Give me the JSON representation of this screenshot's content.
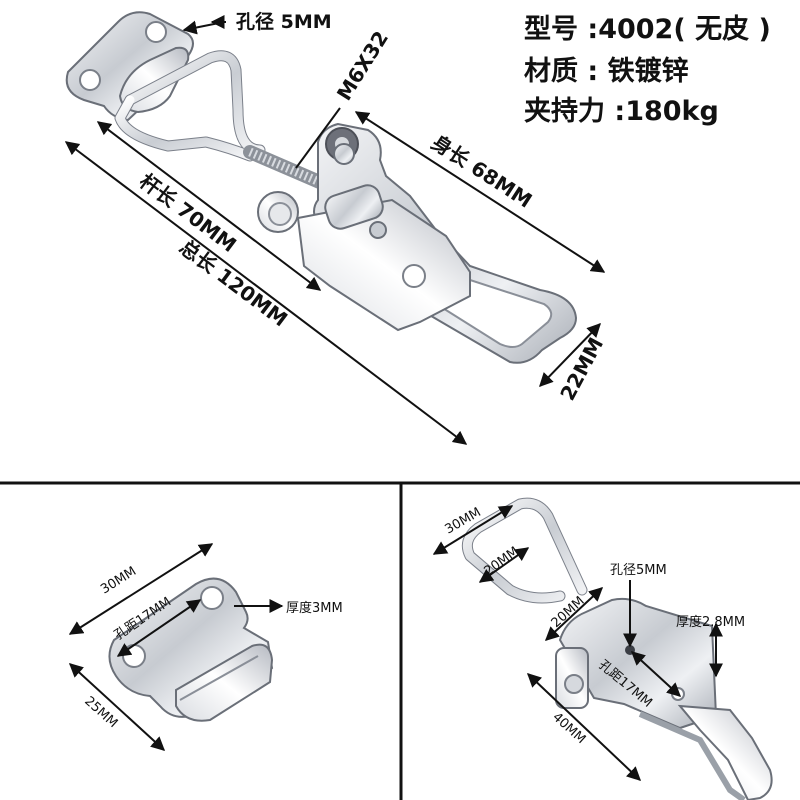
{
  "specs": {
    "model": "型号 :4002( 无皮 )",
    "material": "材质 : 铁镀锌",
    "clamping_force": "夹持力 :180kg"
  },
  "main_view": {
    "hole_diameter": "孔径 5MM",
    "screw": "M6X32",
    "body_length": "身长 68MM",
    "rod_length": "杆长 70MM",
    "total_length": "总长 120MM",
    "width": "22MM"
  },
  "catch_plate_view": {
    "width": "30MM",
    "hole_spacing": "孔距17MM",
    "thickness": "厚度3MM",
    "depth": "25MM"
  },
  "latch_view": {
    "loop_width": "30MM",
    "loop_inner": "20MM",
    "base_width": "20MM",
    "hole_diameter": "孔径5MM",
    "thickness": "厚度2.8MM",
    "hole_spacing": "孔距17MM",
    "base_length": "40MM"
  }
}
